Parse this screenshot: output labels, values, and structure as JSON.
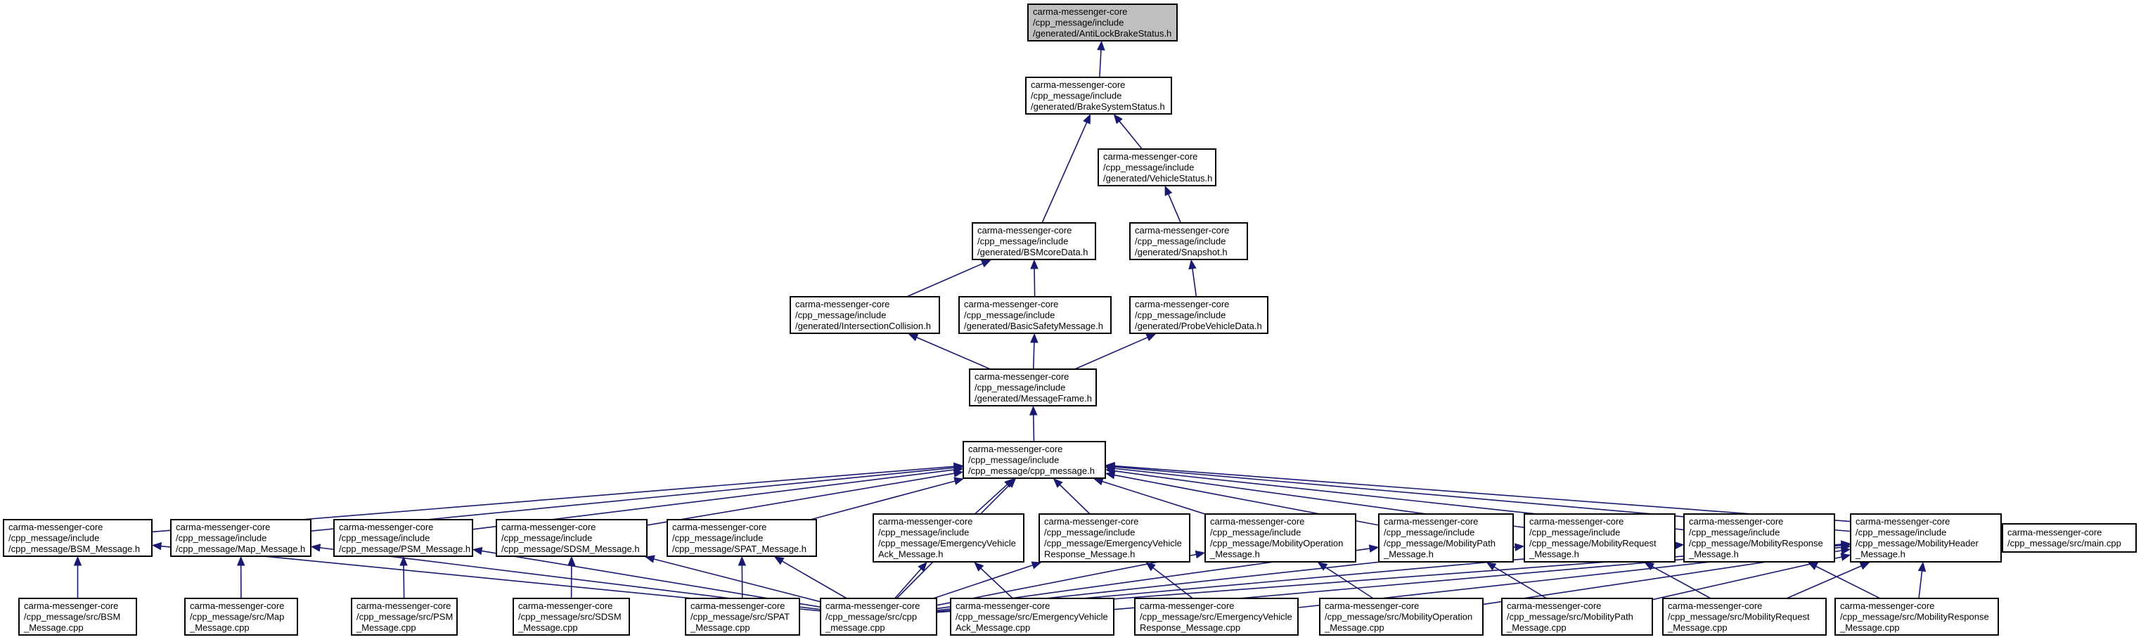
{
  "diagram": {
    "type": "include-dependency-graph",
    "colors": {
      "edge": "#191970",
      "root_fill": "#bfbfbf",
      "node_fill": "#ffffff",
      "border": "#000000"
    },
    "nodes": [
      {
        "id": "anti",
        "lines": [
          "carma-messenger-core",
          "/cpp_message/include",
          "/generated/AntiLockBrakeStatus.h"
        ],
        "root": true
      },
      {
        "id": "brake",
        "lines": [
          "carma-messenger-core",
          "/cpp_message/include",
          "/generated/BrakeSystemStatus.h"
        ]
      },
      {
        "id": "vstatus",
        "lines": [
          "carma-messenger-core",
          "/cpp_message/include",
          "/generated/VehicleStatus.h"
        ]
      },
      {
        "id": "bsmcore",
        "lines": [
          "carma-messenger-core",
          "/cpp_message/include",
          "/generated/BSMcoreData.h"
        ]
      },
      {
        "id": "snapshot",
        "lines": [
          "carma-messenger-core",
          "/cpp_message/include",
          "/generated/Snapshot.h"
        ]
      },
      {
        "id": "intersect",
        "lines": [
          "carma-messenger-core",
          "/cpp_message/include",
          "/generated/IntersectionCollision.h"
        ]
      },
      {
        "id": "basicsafety",
        "lines": [
          "carma-messenger-core",
          "/cpp_message/include",
          "/generated/BasicSafetyMessage.h"
        ]
      },
      {
        "id": "probe",
        "lines": [
          "carma-messenger-core",
          "/cpp_message/include",
          "/generated/ProbeVehicleData.h"
        ]
      },
      {
        "id": "msgframe",
        "lines": [
          "carma-messenger-core",
          "/cpp_message/include",
          "/generated/MessageFrame.h"
        ]
      },
      {
        "id": "cppmsg",
        "lines": [
          "carma-messenger-core",
          "/cpp_message/include",
          "/cpp_message/cpp_message.h"
        ]
      },
      {
        "id": "bsmh",
        "lines": [
          "carma-messenger-core",
          "/cpp_message/include",
          "/cpp_message/BSM_Message.h"
        ]
      },
      {
        "id": "maph",
        "lines": [
          "carma-messenger-core",
          "/cpp_message/include",
          "/cpp_message/Map_Message.h"
        ]
      },
      {
        "id": "psmh",
        "lines": [
          "carma-messenger-core",
          "/cpp_message/include",
          "/cpp_message/PSM_Message.h"
        ]
      },
      {
        "id": "sdsmh",
        "lines": [
          "carma-messenger-core",
          "/cpp_message/include",
          "/cpp_message/SDSM_Message.h"
        ]
      },
      {
        "id": "spath",
        "lines": [
          "carma-messenger-core",
          "/cpp_message/include",
          "/cpp_message/SPAT_Message.h"
        ]
      },
      {
        "id": "emackh",
        "lines": [
          "carma-messenger-core",
          "/cpp_message/include",
          "/cpp_message/EmergencyVehicle",
          "Ack_Message.h"
        ]
      },
      {
        "id": "emresph",
        "lines": [
          "carma-messenger-core",
          "/cpp_message/include",
          "/cpp_message/EmergencyVehicle",
          "Response_Message.h"
        ]
      },
      {
        "id": "mopereh",
        "lines": [
          "carma-messenger-core",
          "/cpp_message/include",
          "/cpp_message/MobilityOperation",
          "_Message.h"
        ]
      },
      {
        "id": "mpathh",
        "lines": [
          "carma-messenger-core",
          "/cpp_message/include",
          "/cpp_message/MobilityPath",
          "_Message.h"
        ]
      },
      {
        "id": "mreqh",
        "lines": [
          "carma-messenger-core",
          "/cpp_message/include",
          "/cpp_message/MobilityRequest",
          "_Message.h"
        ]
      },
      {
        "id": "mresph",
        "lines": [
          "carma-messenger-core",
          "/cpp_message/include",
          "/cpp_message/MobilityResponse",
          "_Message.h"
        ]
      },
      {
        "id": "mheadh",
        "lines": [
          "carma-messenger-core",
          "/cpp_message/include",
          "/cpp_message/MobilityHeader",
          "_Message.h"
        ]
      },
      {
        "id": "maincpp",
        "lines": [
          "carma-messenger-core",
          "/cpp_message/src/main.cpp"
        ]
      },
      {
        "id": "bsmcpp",
        "lines": [
          "carma-messenger-core",
          "/cpp_message/src/BSM",
          "_Message.cpp"
        ]
      },
      {
        "id": "mapcpp",
        "lines": [
          "carma-messenger-core",
          "/cpp_message/src/Map",
          "_Message.cpp"
        ]
      },
      {
        "id": "psmcpp",
        "lines": [
          "carma-messenger-core",
          "/cpp_message/src/PSM",
          "_Message.cpp"
        ]
      },
      {
        "id": "sdsmcpp",
        "lines": [
          "carma-messenger-core",
          "/cpp_message/src/SDSM",
          "_Message.cpp"
        ]
      },
      {
        "id": "spatcpp",
        "lines": [
          "carma-messenger-core",
          "/cpp_message/src/SPAT",
          "_Message.cpp"
        ]
      },
      {
        "id": "cppcpp",
        "lines": [
          "carma-messenger-core",
          "/cpp_message/src/cpp",
          "_message.cpp"
        ]
      },
      {
        "id": "emackcpp",
        "lines": [
          "carma-messenger-core",
          "/cpp_message/src/EmergencyVehicle",
          "Ack_Message.cpp"
        ]
      },
      {
        "id": "emrespcpp",
        "lines": [
          "carma-messenger-core",
          "/cpp_message/src/EmergencyVehicle",
          "Response_Message.cpp"
        ]
      },
      {
        "id": "moperecpp",
        "lines": [
          "carma-messenger-core",
          "/cpp_message/src/MobilityOperation",
          "_Message.cpp"
        ]
      },
      {
        "id": "mpathcpp",
        "lines": [
          "carma-messenger-core",
          "/cpp_message/src/MobilityPath",
          "_Message.cpp"
        ]
      },
      {
        "id": "mreqcpp",
        "lines": [
          "carma-messenger-core",
          "/cpp_message/src/MobilityRequest",
          "_Message.cpp"
        ]
      },
      {
        "id": "mrespcpp",
        "lines": [
          "carma-messenger-core",
          "/cpp_message/src/MobilityResponse",
          "_Message.cpp"
        ]
      }
    ],
    "edges": [
      [
        "brake",
        "anti"
      ],
      [
        "vstatus",
        "brake"
      ],
      [
        "bsmcore",
        "brake"
      ],
      [
        "snapshot",
        "vstatus"
      ],
      [
        "intersect",
        "bsmcore"
      ],
      [
        "basicsafety",
        "bsmcore"
      ],
      [
        "probe",
        "snapshot"
      ],
      [
        "msgframe",
        "intersect"
      ],
      [
        "msgframe",
        "basicsafety"
      ],
      [
        "msgframe",
        "probe"
      ],
      [
        "cppmsg",
        "msgframe"
      ],
      [
        "bsmh",
        "cppmsg"
      ],
      [
        "maph",
        "cppmsg"
      ],
      [
        "psmh",
        "cppmsg"
      ],
      [
        "sdsmh",
        "cppmsg"
      ],
      [
        "spath",
        "cppmsg"
      ],
      [
        "emackh",
        "cppmsg"
      ],
      [
        "emresph",
        "cppmsg"
      ],
      [
        "mopereh",
        "cppmsg"
      ],
      [
        "mpathh",
        "cppmsg"
      ],
      [
        "mreqh",
        "cppmsg"
      ],
      [
        "mresph",
        "cppmsg"
      ],
      [
        "mheadh",
        "cppmsg"
      ],
      [
        "maincpp",
        "cppmsg"
      ],
      [
        "cppcpp",
        "cppmsg"
      ],
      [
        "bsmcpp",
        "bsmh"
      ],
      [
        "mapcpp",
        "maph"
      ],
      [
        "psmcpp",
        "psmh"
      ],
      [
        "sdsmcpp",
        "sdsmh"
      ],
      [
        "spatcpp",
        "spath"
      ],
      [
        "cppcpp",
        "bsmh"
      ],
      [
        "cppcpp",
        "maph"
      ],
      [
        "cppcpp",
        "psmh"
      ],
      [
        "cppcpp",
        "sdsmh"
      ],
      [
        "cppcpp",
        "spath"
      ],
      [
        "cppcpp",
        "emackh"
      ],
      [
        "cppcpp",
        "emresph"
      ],
      [
        "cppcpp",
        "mopereh"
      ],
      [
        "cppcpp",
        "mpathh"
      ],
      [
        "cppcpp",
        "mreqh"
      ],
      [
        "cppcpp",
        "mresph"
      ],
      [
        "cppcpp",
        "mheadh"
      ],
      [
        "emackcpp",
        "emackh"
      ],
      [
        "emrespcpp",
        "emresph"
      ],
      [
        "moperecpp",
        "mopereh"
      ],
      [
        "mpathcpp",
        "mpathh"
      ],
      [
        "mreqcpp",
        "mreqh"
      ],
      [
        "mrespcpp",
        "mresph"
      ],
      [
        "emackcpp",
        "mheadh"
      ],
      [
        "emrespcpp",
        "mheadh"
      ],
      [
        "moperecpp",
        "mheadh"
      ],
      [
        "mpathcpp",
        "mheadh"
      ],
      [
        "mreqcpp",
        "mheadh"
      ],
      [
        "mrespcpp",
        "mheadh"
      ]
    ]
  }
}
